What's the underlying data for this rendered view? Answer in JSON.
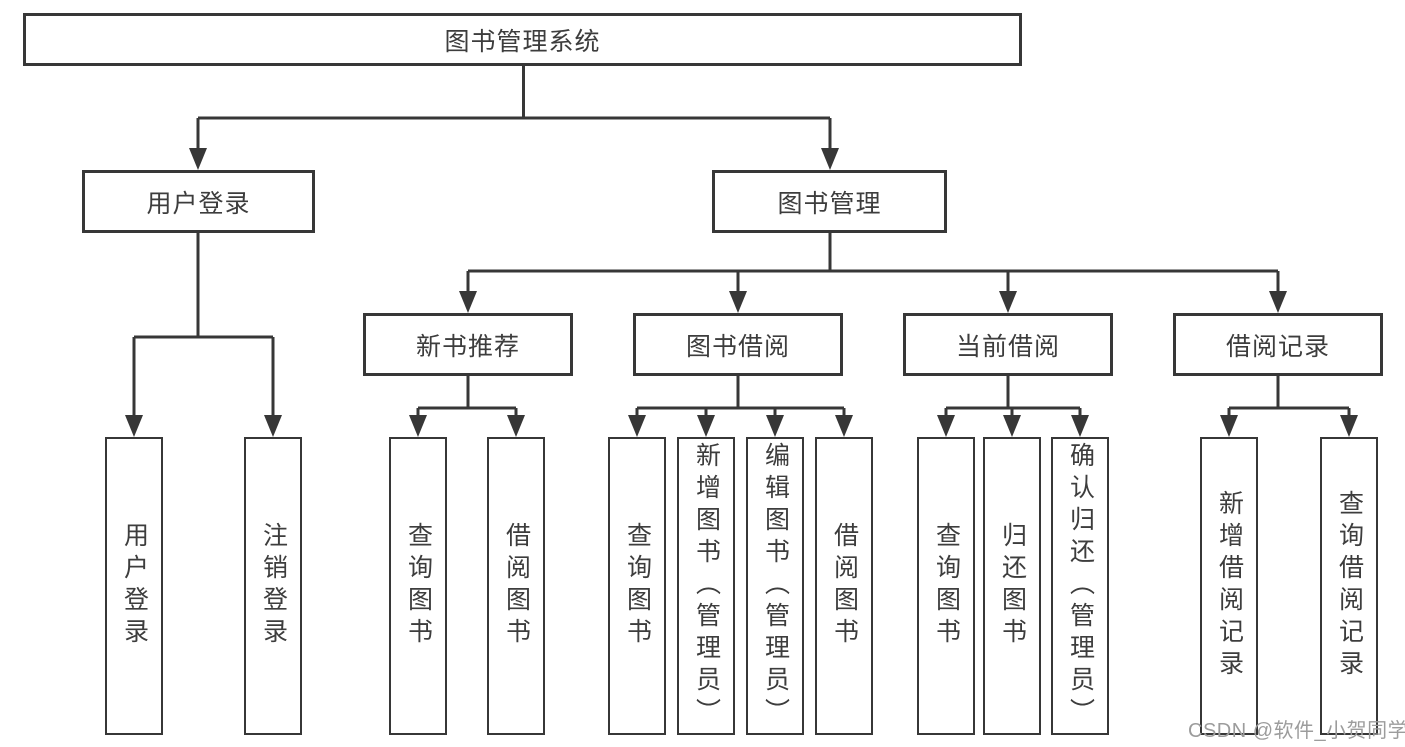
{
  "diagram_title": "图书管理系统",
  "nodes": {
    "root": {
      "label": "图书管理系统",
      "level": 1
    },
    "user_login": {
      "label": "用户登录",
      "level": 2
    },
    "book_mgmt": {
      "label": "图书管理",
      "level": 2
    },
    "new_book_rec": {
      "label": "新书推荐",
      "level": 3
    },
    "book_borrow": {
      "label": "图书借阅",
      "level": 3
    },
    "current_borrow": {
      "label": "当前借阅",
      "level": 3
    },
    "borrow_records": {
      "label": "借阅记录",
      "level": 3
    },
    "leaf_user_login": {
      "label": "用户登录",
      "level": 4
    },
    "leaf_logout": {
      "label": "注销登录",
      "level": 4
    },
    "leaf_query_books_1": {
      "label": "查询图书",
      "level": 4
    },
    "leaf_borrow_books_1": {
      "label": "借阅图书",
      "level": 4
    },
    "leaf_query_books_2": {
      "label": "查询图书",
      "level": 4
    },
    "leaf_add_books": {
      "label": "新增图书（管理员）",
      "level": 4
    },
    "leaf_edit_books": {
      "label": "编辑图书（管理员）",
      "level": 4
    },
    "leaf_borrow_books_2": {
      "label": "借阅图书",
      "level": 4
    },
    "leaf_query_books_3": {
      "label": "查询图书",
      "level": 4
    },
    "leaf_return_books": {
      "label": "归还图书",
      "level": 4
    },
    "leaf_confirm_return": {
      "label": "确认归还（管理员）",
      "level": 4
    },
    "leaf_add_borrow_record": {
      "label": "新增借阅记录",
      "level": 4
    },
    "leaf_query_borrow_record": {
      "label": "查询借阅记录",
      "level": 4
    }
  },
  "edges": [
    [
      "root",
      "user_login"
    ],
    [
      "root",
      "book_mgmt"
    ],
    [
      "user_login",
      "leaf_user_login"
    ],
    [
      "user_login",
      "leaf_logout"
    ],
    [
      "book_mgmt",
      "new_book_rec"
    ],
    [
      "book_mgmt",
      "book_borrow"
    ],
    [
      "book_mgmt",
      "current_borrow"
    ],
    [
      "book_mgmt",
      "borrow_records"
    ],
    [
      "new_book_rec",
      "leaf_query_books_1"
    ],
    [
      "new_book_rec",
      "leaf_borrow_books_1"
    ],
    [
      "book_borrow",
      "leaf_query_books_2"
    ],
    [
      "book_borrow",
      "leaf_add_books"
    ],
    [
      "book_borrow",
      "leaf_edit_books"
    ],
    [
      "book_borrow",
      "leaf_borrow_books_2"
    ],
    [
      "current_borrow",
      "leaf_query_books_3"
    ],
    [
      "current_borrow",
      "leaf_return_books"
    ],
    [
      "current_borrow",
      "leaf_confirm_return"
    ],
    [
      "borrow_records",
      "leaf_add_borrow_record"
    ],
    [
      "borrow_records",
      "leaf_query_borrow_record"
    ]
  ],
  "watermark": {
    "text": "CSDN @软件_小贺同学"
  },
  "colors": {
    "line": "#373737",
    "text": "#3d3d3d",
    "watermark": "#9c9c9c",
    "background": "#ffffff"
  }
}
